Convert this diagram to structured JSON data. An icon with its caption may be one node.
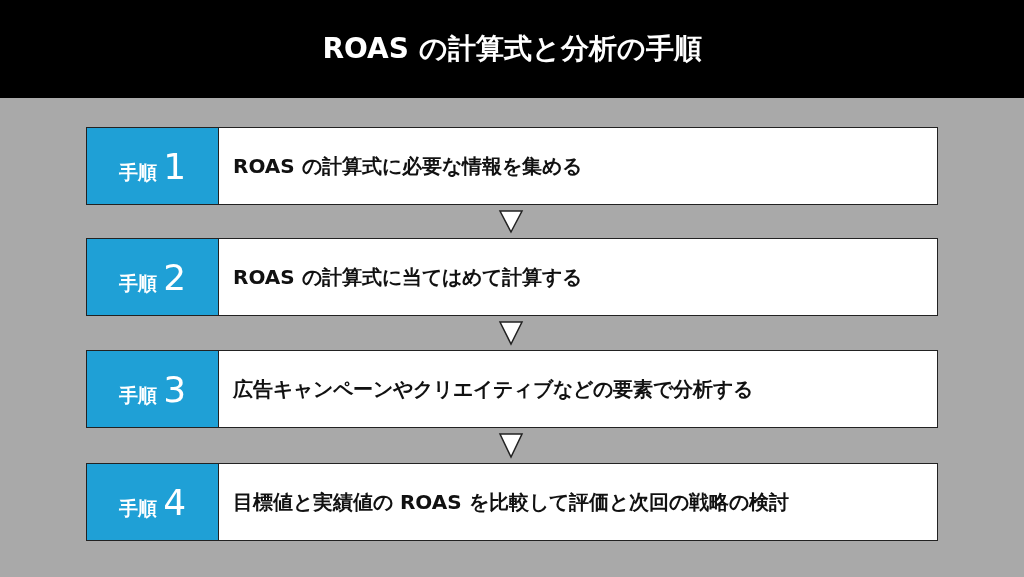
{
  "diagram": {
    "title": "ROAS の計算式と分析の手順",
    "nodes": [
      {
        "text": [
          "手順 1",
          "ROAS の計算式に必要な情報を集める"
        ]
      },
      {
        "text": [
          "手順 2",
          "ROAS の計算式に当てはめて計算する"
        ]
      },
      {
        "text": [
          "手順 3",
          "広告キャンペーンやクリエイティブなどの要素で分析する"
        ]
      },
      {
        "text": [
          "手順 4",
          "目標値と実績値の ROAS を比較して評価と次回の戦略の検討"
        ]
      }
    ],
    "edges": [
      {
        "from": 0,
        "to": 1,
        "arrow": "to"
      },
      {
        "from": 1,
        "to": 2,
        "arrow": "to"
      },
      {
        "from": 2,
        "to": 3,
        "arrow": "to"
      }
    ]
  }
}
